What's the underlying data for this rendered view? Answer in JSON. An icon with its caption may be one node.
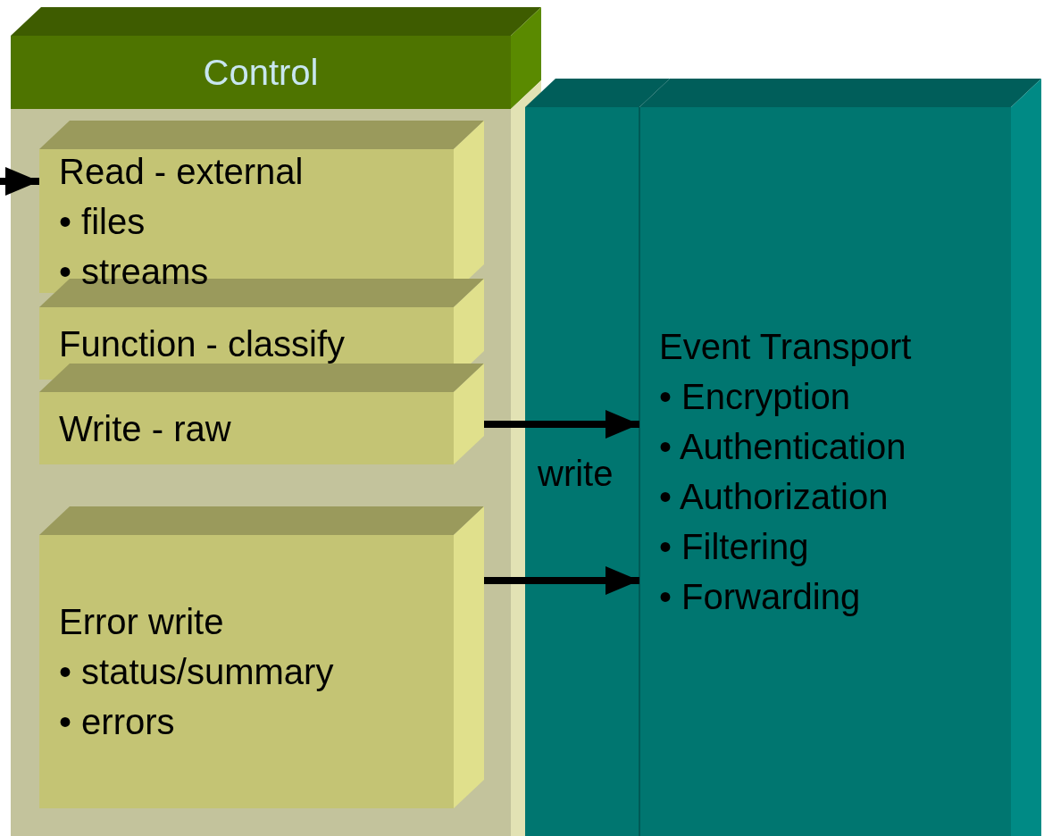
{
  "diagram": {
    "nodes": [
      {
        "text": [
          "Control"
        ]
      },
      {
        "text": [
          "Read - external",
          "• files",
          "• streams"
        ],
        "in": 0
      },
      {
        "text": [
          "Function - classify"
        ],
        "in": 0
      },
      {
        "text": [
          "Write - raw"
        ],
        "in": 0
      },
      {
        "text": [
          "Error write",
          "• status/summary",
          "• errors"
        ],
        "in": 0
      },
      {
        "text": [
          "Event Transport",
          "• Encryption",
          "• Authentication",
          "• Authorization",
          "• Filtering",
          "• Forwarding"
        ]
      }
    ],
    "edges": [
      {
        "from": null,
        "to": 1,
        "arrow": "to"
      },
      {
        "from": 3,
        "to": 5,
        "arrow": "to",
        "label": "write"
      },
      {
        "from": 4,
        "to": 5,
        "arrow": "to"
      }
    ]
  }
}
